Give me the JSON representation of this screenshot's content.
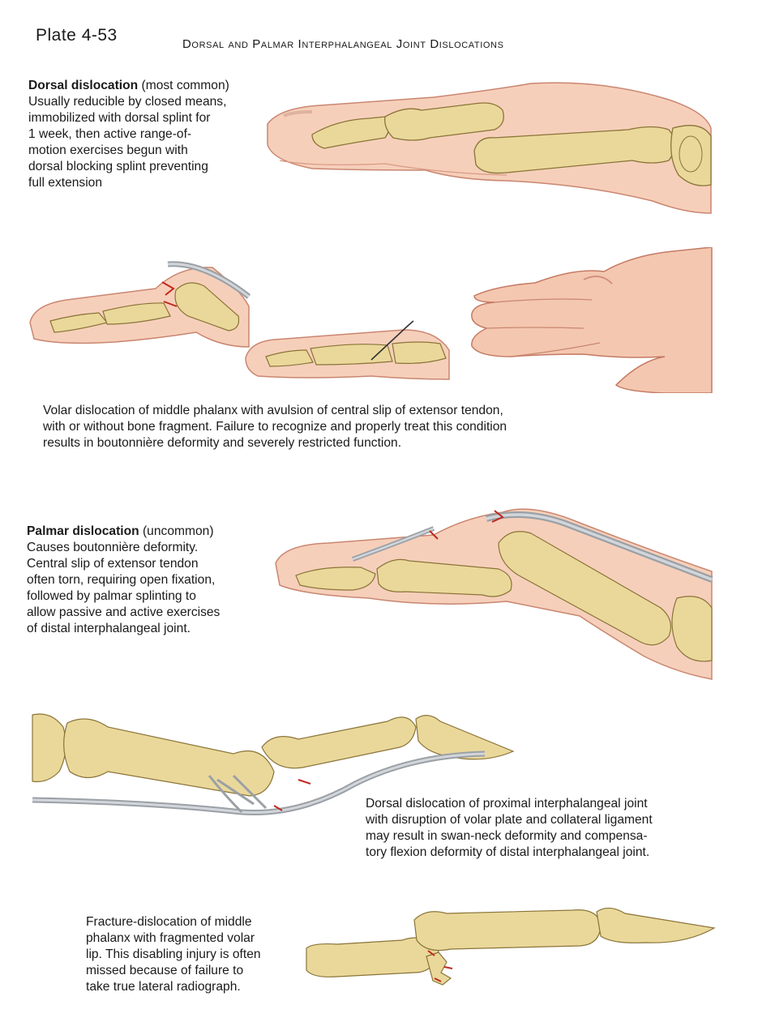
{
  "page": {
    "plate_label": "Plate 4-53",
    "title": "Dorsal and Palmar Interphalangeal Joint Dislocations"
  },
  "sections": {
    "dorsal": {
      "heading": "Dorsal dislocation",
      "qualifier": " (most common)",
      "body": [
        "Usually reducible by closed means,",
        "immobilized with dorsal splint for",
        "1 week, then active range-of-",
        "motion exercises begun with",
        "dorsal blocking splint preventing",
        "full extension"
      ]
    },
    "volar_caption": [
      "Volar dislocation of middle phalanx with avulsion of central slip of extensor tendon,",
      "with or without bone fragment. Failure to recognize and properly treat this condition",
      "results in boutonnière deformity and severely restricted function."
    ],
    "palmar": {
      "heading": "Palmar dislocation",
      "qualifier": " (uncommon)",
      "body": [
        "Causes boutonnière deformity.",
        "Central slip of extensor tendon",
        "often torn, requiring open fixation,",
        "followed by palmar splinting to",
        "allow passive and active exercises",
        "of distal interphalangeal joint."
      ]
    },
    "pip_dorsal_caption": [
      "Dorsal dislocation of proximal interphalangeal joint",
      "with disruption of volar plate and collateral ligament",
      "may result in swan-neck deformity and compensa-",
      "tory flexion deformity of distal interphalangeal joint."
    ],
    "fracture_caption": [
      "Fracture-dislocation of middle",
      "phalanx with fragmented volar",
      "lip. This disabling injury is often",
      "missed because of failure to",
      "take true lateral radiograph."
    ]
  },
  "colors": {
    "bone": "#e9d79a",
    "bone_edge": "#8a7438",
    "skin": "#f4c9b4",
    "skin_edge": "#c97f6a",
    "tendon": "#b9bec4",
    "blood": "#c0281e"
  },
  "illustrations": [
    {
      "name": "dorsal-dislocation-finger-illustration"
    },
    {
      "name": "volar-dislocation-splinted-finger-illustration"
    },
    {
      "name": "volar-dislocation-pinned-finger-illustration"
    },
    {
      "name": "boutonniere-hand-illustration"
    },
    {
      "name": "palmar-dislocation-finger-illustration"
    },
    {
      "name": "pip-dorsal-dislocation-bones-illustration"
    },
    {
      "name": "fracture-dislocation-bones-illustration"
    }
  ]
}
